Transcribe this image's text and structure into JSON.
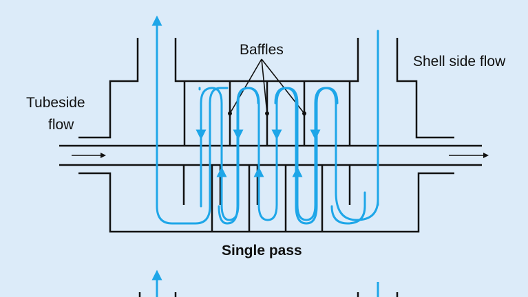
{
  "labels": {
    "baffles": "Baffles",
    "shell_side_flow": "Shell side flow",
    "tubeside_line1": "Tubeside",
    "tubeside_line2": "flow",
    "caption": "Single pass"
  },
  "colors": {
    "background": "#dcebf9",
    "line": "#111111",
    "flow": "#1ea6e8"
  },
  "icons": {
    "flow_arrow": "arrowhead",
    "tube_arrow": "arrow-right"
  }
}
